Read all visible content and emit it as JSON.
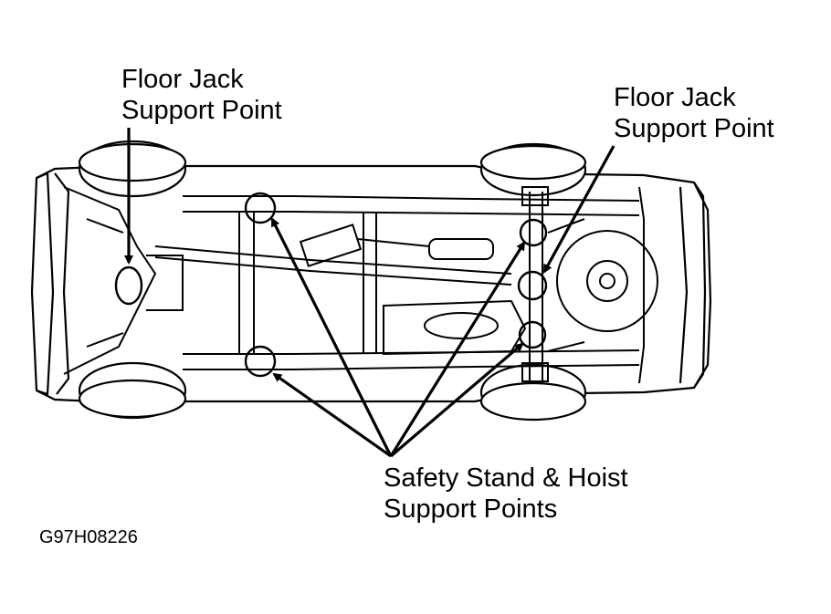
{
  "labels": {
    "floor_jack_front": [
      "Floor Jack",
      "Support Point"
    ],
    "floor_jack_rear": [
      "Floor Jack",
      "Support Point"
    ],
    "safety_stand": [
      "Safety Stand & Hoist",
      "Support Points"
    ]
  },
  "figure_id": "G97H08226"
}
